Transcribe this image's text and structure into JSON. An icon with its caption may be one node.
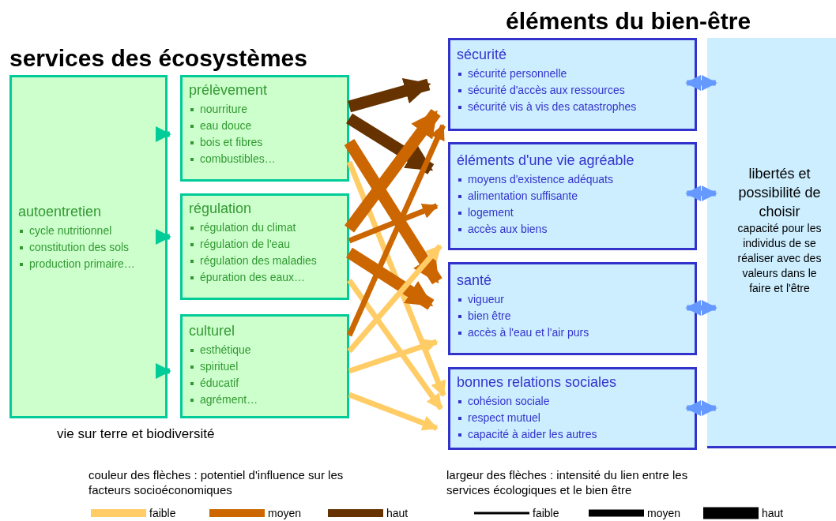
{
  "diagram": {
    "nodes": [
      {
        "text": [
          "autoentretien",
          "cycle nutritionnel",
          "constitution des sols",
          "production primaire…"
        ]
      },
      {
        "text": [
          "prélèvement",
          "nourriture",
          "eau douce",
          "bois et fibres",
          "combustibles…"
        ]
      },
      {
        "text": [
          "régulation",
          "régulation du climat",
          "régulation de l'eau",
          "régulation des maladies",
          "épuration des eaux…"
        ]
      },
      {
        "text": [
          "culturel",
          "esthétique",
          "spirituel",
          "éducatif",
          "agrément…"
        ]
      },
      {
        "text": [
          "sécurité",
          "sécurité personnelle",
          "sécurité d'accès aux ressources",
          "sécurité vis à vis des catastrophes"
        ]
      },
      {
        "text": [
          "éléments d'une vie agréable",
          "moyens d'existence adéquats",
          "alimentation suffisante",
          "logement",
          "accès aux biens"
        ]
      },
      {
        "text": [
          "santé",
          "vigueur",
          "bien être",
          "accès à l'eau et l'air purs"
        ]
      },
      {
        "text": [
          "bonnes relations sociales",
          "cohésion sociale",
          "respect mutuel",
          "capacité à aider les autres"
        ]
      },
      {
        "text": [
          "libertés et possibilité de choisir",
          "capacité pour les individus de se réaliser avec des valeurs dans le faire et l'être"
        ]
      }
    ],
    "edges": [
      {
        "from": 0,
        "to": 1,
        "arrow": "to",
        "color": "#00cc99"
      },
      {
        "from": 0,
        "to": 2,
        "arrow": "to",
        "color": "#00cc99"
      },
      {
        "from": 0,
        "to": 3,
        "arrow": "to",
        "color": "#00cc99"
      },
      {
        "from": 1,
        "to": 4,
        "arrow": "to",
        "style": "thick",
        "color": "#663300"
      },
      {
        "from": 1,
        "to": 5,
        "arrow": "to",
        "style": "thick",
        "color": "#663300"
      },
      {
        "from": 1,
        "to": 6,
        "arrow": "to",
        "style": "thick",
        "color": "#cc6600"
      },
      {
        "from": 1,
        "to": 7,
        "arrow": "to",
        "color": "#ffcc66"
      },
      {
        "from": 2,
        "to": 4,
        "arrow": "to",
        "style": "thick",
        "color": "#cc6600"
      },
      {
        "from": 2,
        "to": 5,
        "arrow": "to",
        "color": "#cc6600"
      },
      {
        "from": 2,
        "to": 6,
        "arrow": "to",
        "style": "thick",
        "color": "#cc6600"
      },
      {
        "from": 2,
        "to": 7,
        "arrow": "to",
        "color": "#ffcc66"
      },
      {
        "from": 3,
        "to": 4,
        "arrow": "to",
        "color": "#cc6600"
      },
      {
        "from": 3,
        "to": 5,
        "arrow": "to",
        "color": "#ffcc66"
      },
      {
        "from": 3,
        "to": 6,
        "arrow": "to",
        "color": "#ffcc66"
      },
      {
        "from": 3,
        "to": 7,
        "arrow": "to",
        "color": "#ffcc66"
      },
      {
        "from": 4,
        "to": 8,
        "arrow": "both",
        "color": "#6699ff"
      },
      {
        "from": 5,
        "to": 8,
        "arrow": "both",
        "color": "#6699ff"
      },
      {
        "from": 6,
        "to": 8,
        "arrow": "both",
        "color": "#6699ff"
      },
      {
        "from": 7,
        "to": 8,
        "arrow": "both",
        "color": "#6699ff"
      }
    ],
    "labels": [
      "éléments du bien-être",
      "services des écosystèmes",
      "vie sur terre et biodiversité",
      "couleur des flèches : potentiel d'influence sur les facteurs socioéconomiques",
      "largeur des flèches : intensité du lien entre les services écologiques et le bien être"
    ],
    "legend": [
      {
        "text": "faible",
        "color": "#ffcc66"
      },
      {
        "text": "moyen",
        "color": "#cc6600"
      },
      {
        "text": "haut",
        "color": "#663300"
      },
      {
        "text": "faible"
      },
      {
        "text": "moyen"
      },
      {
        "text": "haut"
      }
    ]
  }
}
